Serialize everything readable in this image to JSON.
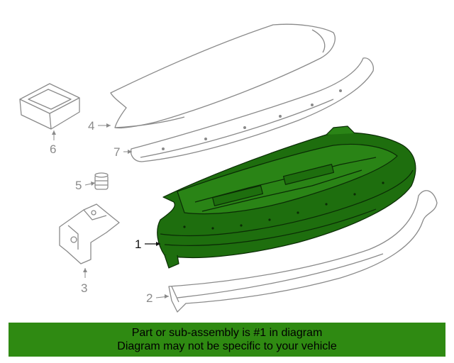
{
  "callouts": {
    "c1": "1",
    "c2": "2",
    "c3": "3",
    "c4": "4",
    "c5": "5",
    "c6": "6",
    "c7": "7"
  },
  "banner": {
    "line1": "Part or sub-assembly is #1 in diagram",
    "line2": "Diagram may not be specific to your vehicle"
  },
  "colors": {
    "highlight_part": "#1e6e0e",
    "banner_bg": "#2f8a12",
    "outline": "#8a8a8a"
  }
}
